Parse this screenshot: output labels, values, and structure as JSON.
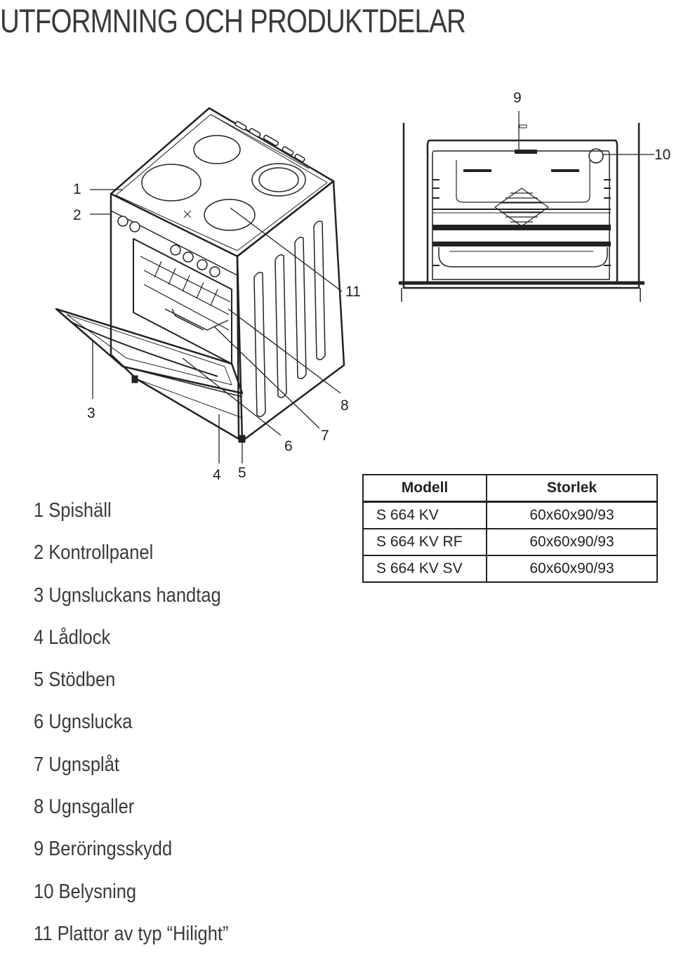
{
  "page": {
    "title": "UTFORMNING OCH PRODUKTDELAR"
  },
  "figure": {
    "callouts": [
      "1",
      "2",
      "3",
      "4",
      "5",
      "6",
      "7",
      "8",
      "9",
      "10",
      "11"
    ]
  },
  "legend": {
    "items": [
      "1 Spishäll",
      "2 Kontrollpanel",
      "3 Ugnsluckans handtag",
      "4 Lådlock",
      "5 Stödben",
      "6 Ugnslucka",
      "7 Ugnsplåt",
      "8 Ugnsgaller",
      "9 Beröringsskydd",
      "10 Belysning",
      "11 Plattor av typ “Hilight”"
    ]
  },
  "model_table": {
    "headers": [
      "Modell",
      "Storlek"
    ],
    "rows": [
      [
        "S 664 KV",
        "60x60x90/93"
      ],
      [
        "S 664 KV RF",
        "60x60x90/93"
      ],
      [
        "S 664 KV SV",
        "60x60x90/93"
      ]
    ]
  }
}
